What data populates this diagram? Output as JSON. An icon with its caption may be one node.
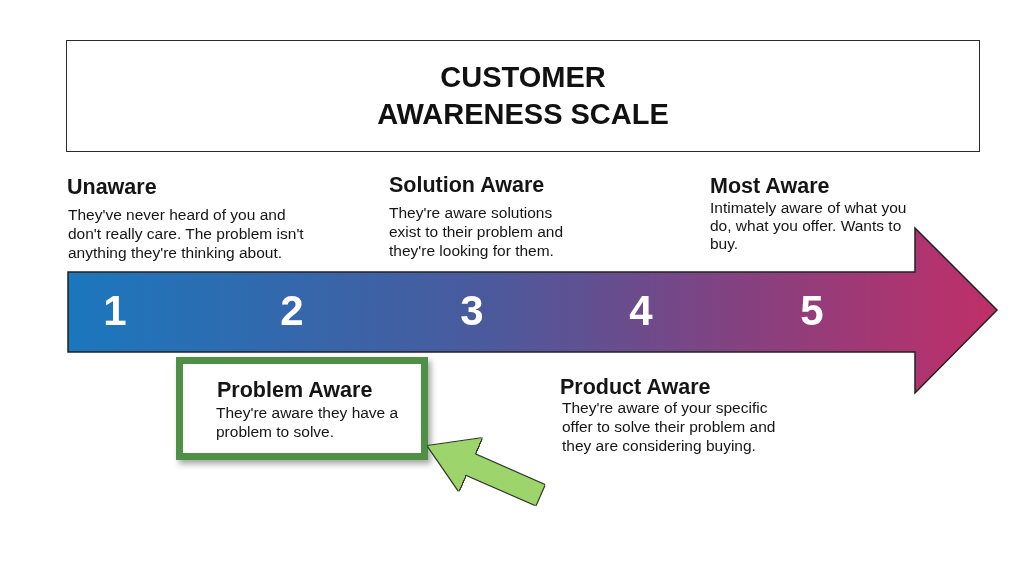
{
  "diagram": {
    "title": "CUSTOMER AWARENESS SCALE",
    "nodes": [
      {
        "text": [
          "1",
          "2",
          "3",
          "4",
          "5"
        ]
      },
      {
        "text": [
          "Problem Aware",
          "They're aware they have a problem to solve."
        ]
      }
    ],
    "edges": [
      {
        "from": null,
        "to": 1,
        "arrow": "to"
      }
    ],
    "labels": [
      "Unaware",
      "They've never heard of you and don't really care. The problem isn't anything they're thinking about.",
      "Solution Aware",
      "They're aware solutions exist to their problem and they're looking for them.",
      "Most Aware",
      "Intimately aware of what you do, what you offer. Wants to buy.",
      "Product Aware",
      "They're aware of your specific offer to solve their problem and they are considering buying."
    ]
  }
}
